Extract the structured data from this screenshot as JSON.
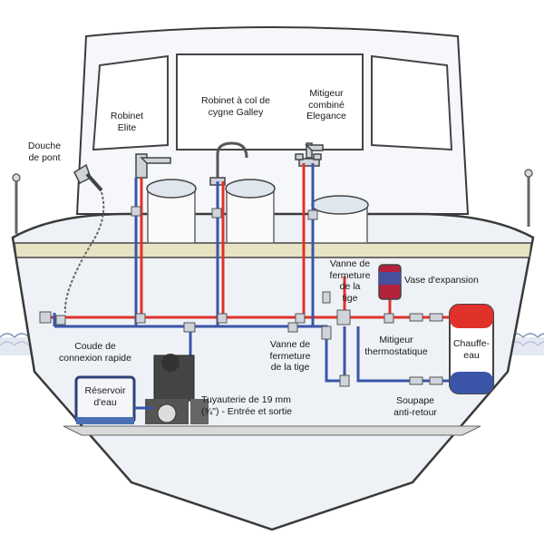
{
  "colors": {
    "hot_pipe": "#e0322b",
    "cold_pipe": "#3a55a8",
    "water": "#4a6fb3",
    "hull_fill": "#eef1f6",
    "deck": "#e9e3c6",
    "outline": "#333333"
  },
  "labels": {
    "deck_shower": "Douche\nde pont",
    "elite_tap": "Robinet\nElite",
    "galley_tap": "Robinet à col de\ncygne Galley",
    "elegance_mixer": "Mitigeur\ncombiné\nElegance",
    "shutoff_valve_top": "Vanne de\nfermeture\nde la\ntige",
    "expansion_vessel": "Vase d'expansion",
    "quick_connect_elbow": "Coude de\nconnexion rapide",
    "shutoff_valve_bottom": "Vanne de\nfermeture\nde la tige",
    "thermostatic_mixer": "Mitigeur\nthermostatique",
    "water_heater": "Chauffe-\neau",
    "water_tank": "Réservoir\nd'eau",
    "pipework": "Tuyauterie de 19 mm\n(¾\") - Entrée et sortie",
    "check_valve": "Soupape\nanti-retour"
  }
}
